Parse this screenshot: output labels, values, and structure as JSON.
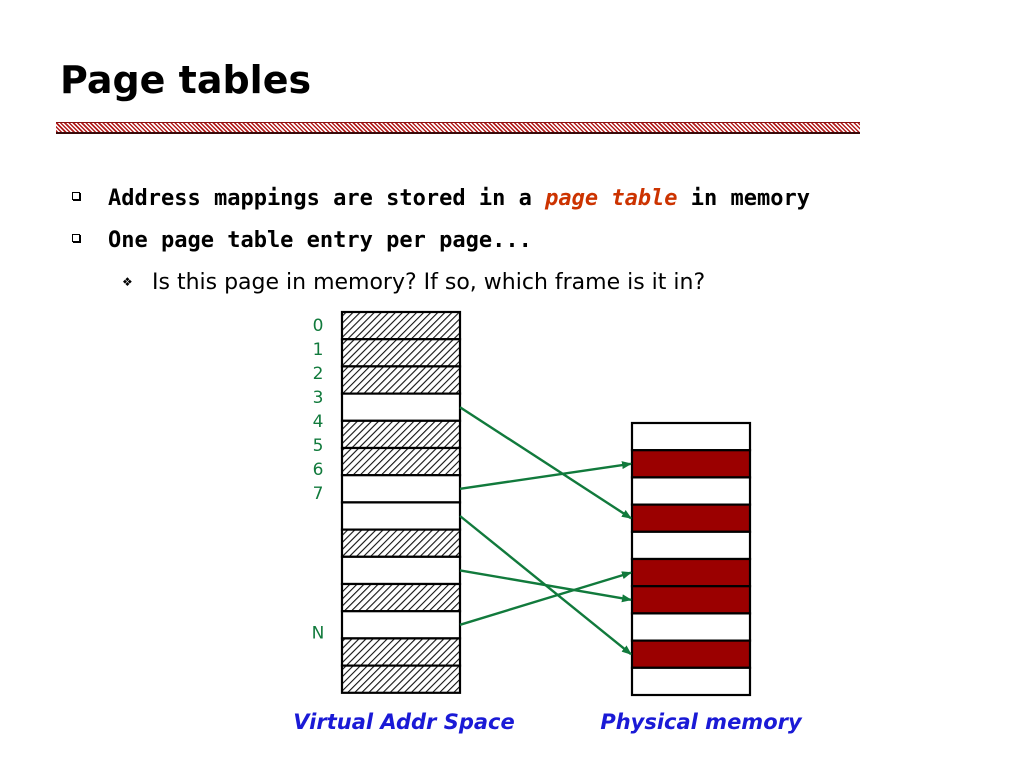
{
  "slide": {
    "title": "Page tables",
    "bullets": [
      {
        "prefix": "Address mappings are stored in a ",
        "highlight": "page table",
        "suffix": " in memory"
      },
      {
        "text": "One page table entry per page..."
      }
    ],
    "sub_bullet": "Is this page in memory? If so, which frame is it in?"
  },
  "diagram": {
    "virtual_label": "Virtual Addr Space",
    "physical_label": "Physical memory",
    "index_labels": [
      "0",
      "1",
      "2",
      "3",
      "4",
      "5",
      "6",
      "7",
      "N"
    ],
    "virtual_rows": [
      "hatched",
      "hatched",
      "hatched",
      "empty",
      "hatched",
      "hatched",
      "empty",
      "empty",
      "hatched",
      "empty",
      "hatched",
      "empty",
      "hatched",
      "hatched"
    ],
    "physical_rows": [
      "empty",
      "red",
      "empty",
      "red",
      "empty",
      "red",
      "red",
      "empty",
      "red",
      "empty"
    ],
    "mappings": [
      [
        3,
        3
      ],
      [
        6,
        1
      ],
      [
        7,
        8
      ],
      [
        9,
        6
      ],
      [
        11,
        5
      ]
    ],
    "colors": {
      "arrow": "#117a3c",
      "frame": "#9b0000",
      "highlight": "#cc3300",
      "label": "#1a1ad6"
    }
  }
}
